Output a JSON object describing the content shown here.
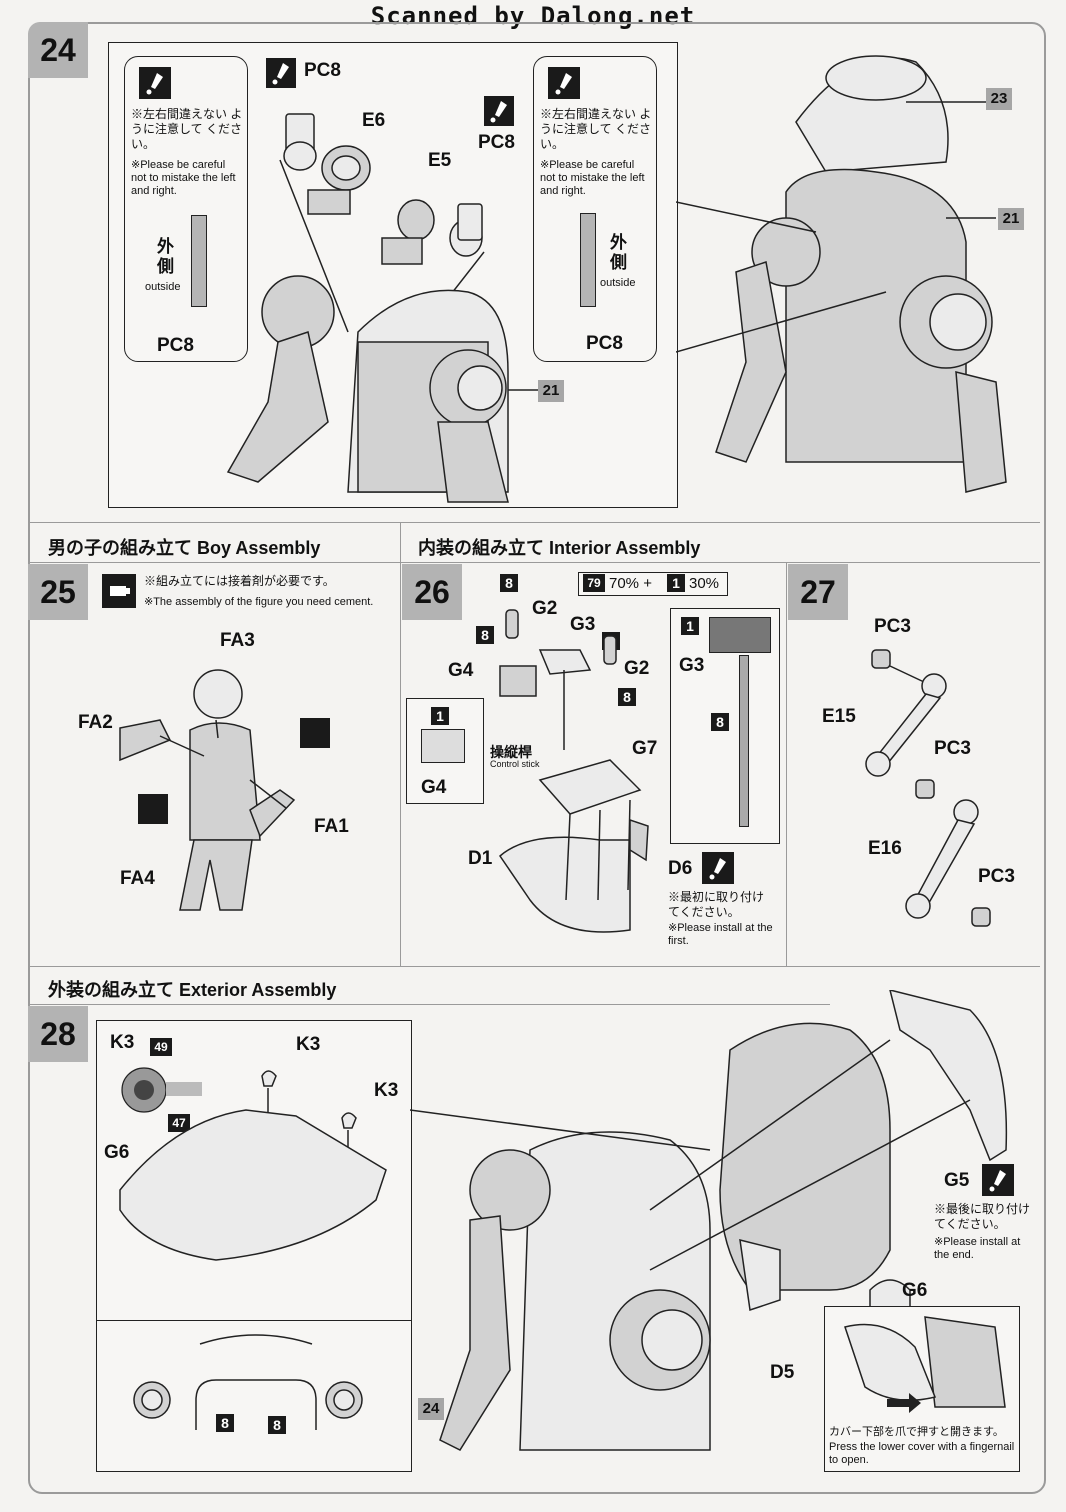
{
  "header": {
    "scanned_by": "Scanned by Dalong.net"
  },
  "step24": {
    "num": "24",
    "note_jp": "※左右間違えない ように注意して ください。",
    "note_en": "※Please be careful not to mistake the left and right.",
    "outside_jp": "外側",
    "outside_en": "outside",
    "part_pc8": "PC8",
    "part_e6": "E6",
    "part_e5": "E5",
    "ref21": "21",
    "ref23": "23"
  },
  "sections": {
    "boy": "男の子の組み立て  Boy Assembly",
    "interior": "内装の組み立て  Interior Assembly",
    "exterior": "外装の組み立て  Exterior Assembly"
  },
  "step25": {
    "num": "25",
    "note_jp": "※組み立てには接着剤が必要です。",
    "note_en": "※The assembly of the figure you need cement.",
    "parts": [
      "FA3",
      "FA2",
      "FA1",
      "FA4"
    ]
  },
  "step26": {
    "num": "26",
    "color_a": "79",
    "color_a_pct": "70% +",
    "color_b": "1",
    "color_b_pct": "30%",
    "paint8": "8",
    "paint1": "1",
    "parts": [
      "G2",
      "G3",
      "G4",
      "G7",
      "D1",
      "D6"
    ],
    "control_stick_jp": "操縦桿",
    "control_stick_en": "Control stick",
    "note_jp": "※最初に取り付け てください。",
    "note_en": "※Please install at the first."
  },
  "step27": {
    "num": "27",
    "parts": [
      "PC3",
      "E15",
      "PC3",
      "E16",
      "PC3"
    ]
  },
  "step28": {
    "num": "28",
    "parts": [
      "K3",
      "K3",
      "K3",
      "G6",
      "G6",
      "G5",
      "D5"
    ],
    "paint49": "49",
    "paint47": "47",
    "paint8": "8",
    "ref24": "24",
    "note_jp": "※最後に取り付け てください。",
    "note_en": "※Please install at the end.",
    "cover_jp": "カバー下部を爪で押すと開きます。",
    "cover_en": "Press the lower cover with a fingernail to open."
  }
}
